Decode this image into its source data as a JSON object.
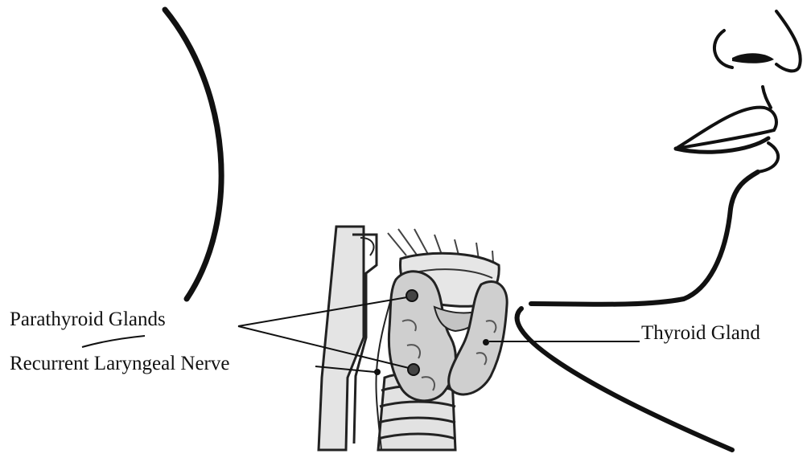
{
  "labels": {
    "parathyroid": "Parathyroid Glands",
    "nerve": "Recurrent Laryngeal Nerve",
    "thyroid": "Thyroid Gland"
  },
  "colors": {
    "ink": "#111111",
    "gland_fill": "#cfcfcf",
    "trachea_fill": "#e2e2e2",
    "background": "#ffffff"
  }
}
